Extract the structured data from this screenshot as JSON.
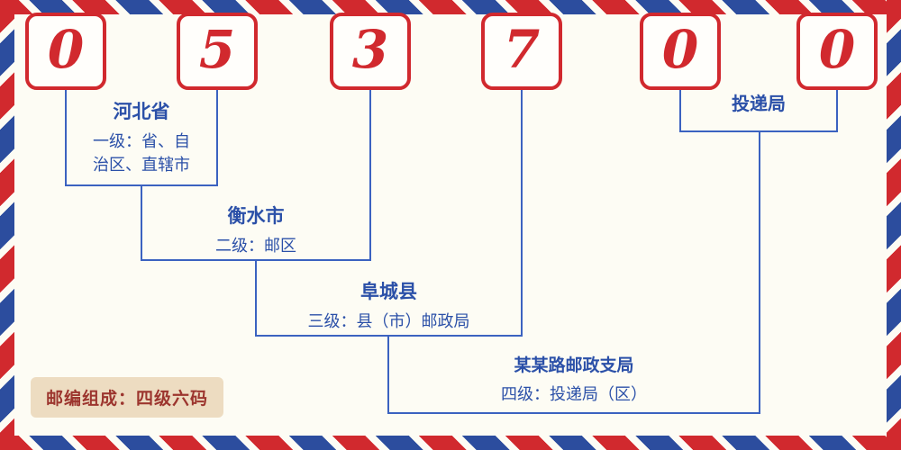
{
  "postal_code": {
    "digits": [
      "0",
      "5",
      "3",
      "7",
      "0",
      "0"
    ]
  },
  "levels": [
    {
      "title": "河北省",
      "desc": "一级：省、自治区、直辖市"
    },
    {
      "title": "衡水市",
      "desc": "二级：邮区"
    },
    {
      "title": "阜城县",
      "desc": "三级：县（市）邮政局"
    },
    {
      "title": "某某路邮政支局",
      "desc": "四级：投递局（区）"
    }
  ],
  "delivery_label": "投递局",
  "footer": {
    "text": "邮编组成：四级六码"
  },
  "colors": {
    "digit_red": "#d1292e",
    "stripe_blue": "#2c4d9e",
    "line_blue": "#3b62c0",
    "label_blue": "#2b50a8",
    "legend_bg": "#eddcc1",
    "legend_text": "#9c352e"
  }
}
